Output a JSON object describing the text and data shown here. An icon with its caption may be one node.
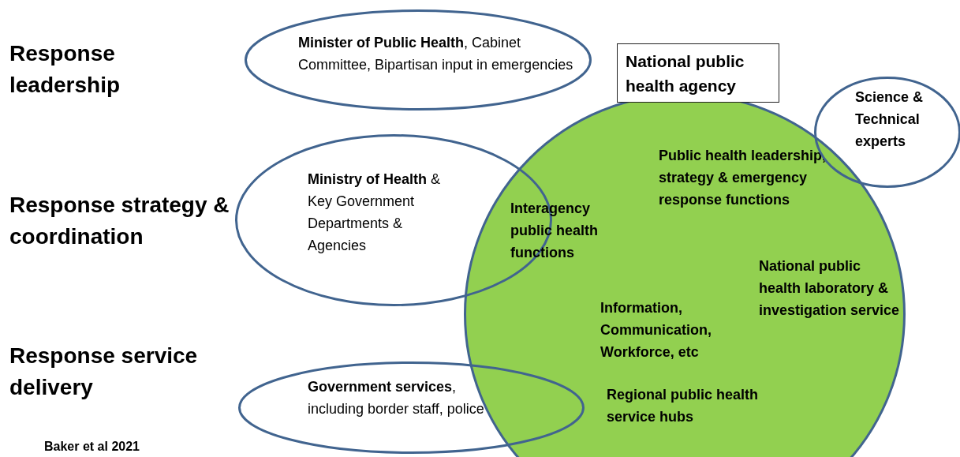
{
  "diagram": {
    "nodes": [
      {
        "text": [
          "**Minister of Public Health**, Cabinet Committee, Bipartisan input in emergencies"
        ]
      },
      {
        "text": [
          "National public health agency",
          "Public health leadership, strategy & emergency response functions",
          "National public health laboratory & investigation service",
          "Information, Communication, Workforce, etc",
          "Regional public health service hubs"
        ]
      },
      {
        "text": [
          "Science & Technical experts"
        ]
      },
      {
        "text": [
          "**Ministry of Health** & Key Government Departments & Agencies"
        ]
      },
      {
        "text": [
          "**Government services**, including border staff, police"
        ]
      }
    ],
    "edges": [],
    "labels": [
      "Response leadership",
      "Response strategy & coordination",
      "Interagency public health functions",
      "Response service delivery",
      "Baker et al 2021"
    ]
  }
}
